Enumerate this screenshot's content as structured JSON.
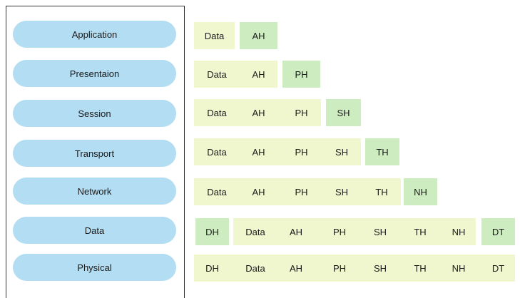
{
  "layers": [
    {
      "label": "Application"
    },
    {
      "label": "Presentaion"
    },
    {
      "label": "Session"
    },
    {
      "label": "Transport"
    },
    {
      "label": "Network"
    },
    {
      "label": "Data"
    },
    {
      "label": "Physical"
    }
  ],
  "rows": [
    [
      "Data",
      "AH"
    ],
    [
      "Data",
      "AH",
      "PH"
    ],
    [
      "Data",
      "AH",
      "PH",
      "SH"
    ],
    [
      "Data",
      "AH",
      "PH",
      "SH",
      "TH"
    ],
    [
      "Data",
      "AH",
      "PH",
      "SH",
      "TH",
      "NH"
    ],
    [
      "DH",
      "Data",
      "AH",
      "PH",
      "SH",
      "TH",
      "NH",
      "DT"
    ],
    [
      "DH",
      "Data",
      "AH",
      "PH",
      "SH",
      "TH",
      "NH",
      "DT"
    ]
  ],
  "colors": {
    "layer_fill": "#b3ddf2",
    "data_fill": "#f0f7cf",
    "header_fill": "#cdedc1",
    "frame": "#333333"
  }
}
